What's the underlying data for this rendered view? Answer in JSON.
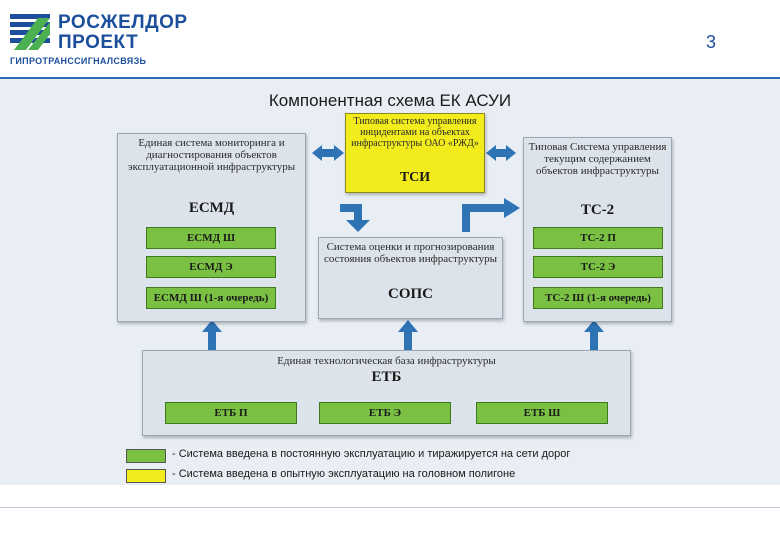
{
  "header": {
    "logo_line1": "РОСЖЕЛДОР",
    "logo_line2": "ПРОЕКТ",
    "logo_line3": "ГИПРОТРАНССИГНАЛСВЯЗЬ",
    "page_number": "3"
  },
  "title": "Компонентная схема ЕК АСУИ",
  "esmd": {
    "desc": "Единая система мониторинга и диагностирования объектов эксплуатационной инфраструктуры",
    "abbr": "ЕСМД",
    "subs": [
      "ЕСМД Ш",
      "ЕСМД Э",
      "ЕСМД Ш (1-я очередь)"
    ]
  },
  "tsi": {
    "desc": "Типовая система управления инцидентами на объектах инфраструктуры ОАО «РЖД»",
    "abbr": "ТСИ"
  },
  "ts2": {
    "desc": "Типовая Система управления текущим содержанием объектов инфраструктуры",
    "abbr": "ТС-2",
    "subs": [
      "ТС-2 П",
      "ТС-2 Э",
      "ТС-2 Ш (1-я очередь)"
    ]
  },
  "sops": {
    "desc": "Система оценки и прогнозирования состояния объектов инфраструктуры",
    "abbr": "СОПС"
  },
  "etb": {
    "desc": "Единая технологическая база инфраструктуры",
    "abbr": "ЕТБ",
    "subs": [
      "ЕТБ П",
      "ЕТБ Э",
      "ЕТБ Ш"
    ]
  },
  "legend": [
    {
      "color": "#7ac143",
      "text": "- Система введена в постоянную эксплуатацию и тиражируется на сети дорог"
    },
    {
      "color": "#f2ec1c",
      "text": "- Система введена в опытную эксплуатацию на головном полигоне"
    }
  ],
  "colors": {
    "arrow": "#2e74b5",
    "brand": "#1b4f9c"
  }
}
